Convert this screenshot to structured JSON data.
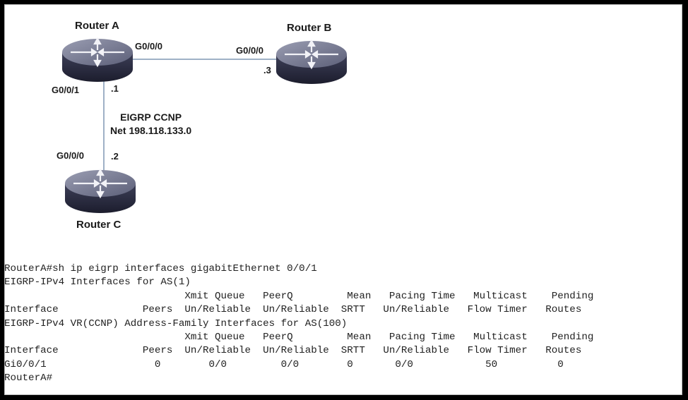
{
  "diagram": {
    "routers": [
      {
        "id": "A",
        "name": "Router A"
      },
      {
        "id": "B",
        "name": "Router B"
      },
      {
        "id": "C",
        "name": "Router C"
      }
    ],
    "interfaces": {
      "a_g000": "G0/0/0",
      "a_g001": "G0/0/1",
      "a_host": ".1",
      "b_g000": "G0/0/0",
      "b_host": ".3",
      "c_g000": "G0/0/0",
      "c_host": ".2"
    },
    "network": {
      "line1": "EIGRP CCNP",
      "line2": "Net 198.118.133.0"
    },
    "colors": {
      "link": "#9fb1c6",
      "router_top": "#7a7d92",
      "router_body": "#2e2f45"
    }
  },
  "cli": {
    "command": "RouterA#sh ip eigrp interfaces gigabitEthernet 0/0/1",
    "section1_title": "EIGRP-IPv4 Interfaces for AS(1)",
    "header_line1": "                              Xmit Queue   PeerQ         Mean   Pacing Time   Multicast    Pending",
    "header_line2": "Interface              Peers  Un/Reliable  Un/Reliable  SRTT   Un/Reliable   Flow Timer   Routes",
    "section2_title": "EIGRP-IPv4 VR(CCNP) Address-Family Interfaces for AS(100)",
    "header2_line1": "                              Xmit Queue   PeerQ         Mean   Pacing Time   Multicast    Pending",
    "header2_line2": "Interface              Peers  Un/Reliable  Un/Reliable  SRTT   Un/Reliable   Flow Timer   Routes",
    "data_row": "Gi0/0/1                  0        0/0         0/0        0       0/0            50          0",
    "prompt": "RouterA#",
    "table": {
      "columns": [
        "Interface",
        "Peers",
        "Xmit Queue Un/Reliable",
        "PeerQ Un/Reliable",
        "Mean SRTT",
        "Pacing Time Un/Reliable",
        "Multicast Flow Timer",
        "Pending Routes"
      ],
      "rows": [
        [
          "Gi0/0/1",
          "0",
          "0/0",
          "0/0",
          "0",
          "0/0",
          "50",
          "0"
        ]
      ]
    }
  }
}
